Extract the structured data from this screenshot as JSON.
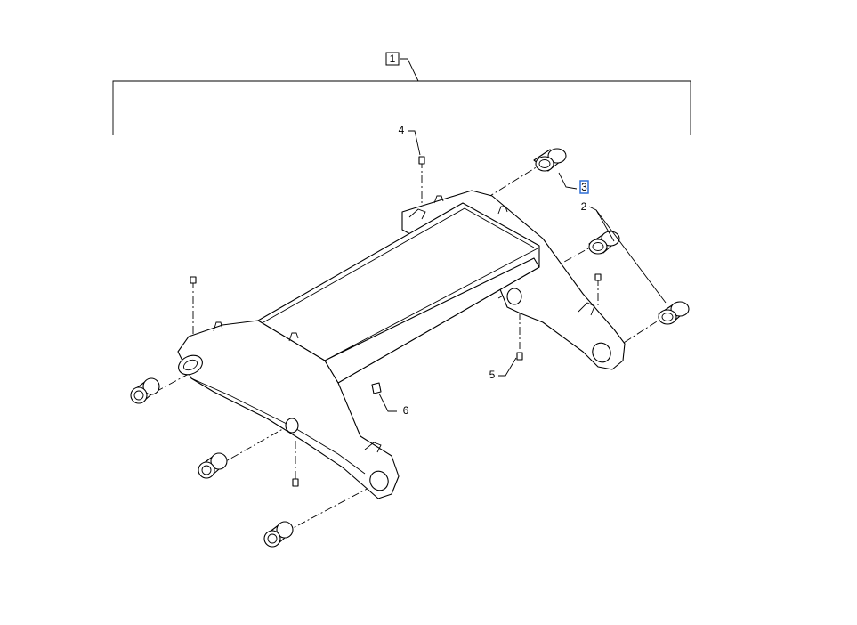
{
  "diagram": {
    "callouts": {
      "assembly": "1",
      "bushing_pair": "2",
      "bushing_single": "3",
      "grease_top": "4",
      "grease_bottom": "5",
      "bracket": "6"
    },
    "highlight_color": "#2f6fd6"
  }
}
